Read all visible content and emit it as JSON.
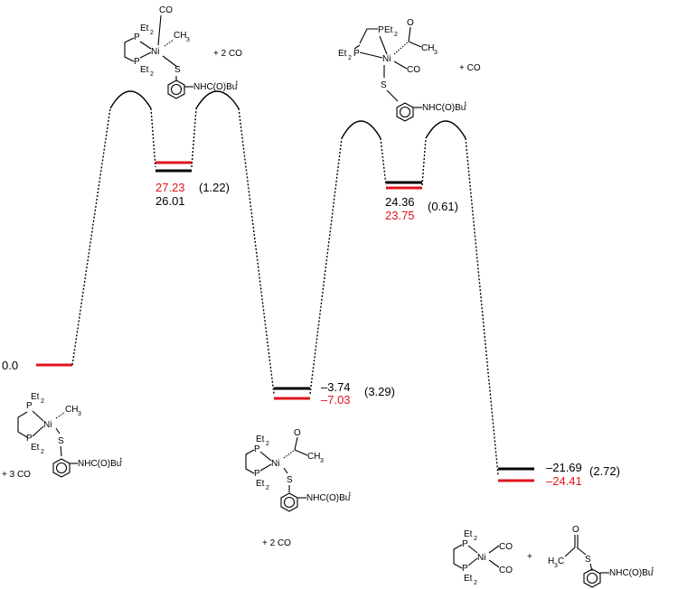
{
  "colors": {
    "primary": "#000000",
    "highlight": "#e0141c"
  },
  "energy_units": "",
  "states": [
    {
      "id": "start",
      "value": "0.0",
      "compound": "(dppe-Et)Ni(CH3)(S-Ar)",
      "extra": "+ 3 CO"
    },
    {
      "id": "int1",
      "black_value": "26.01",
      "red_value": "27.23",
      "difference": "(1.22)",
      "compound": "(dppe-Et)Ni(CO)(CH3)(S-Ar)",
      "extra": "+ 2 CO"
    },
    {
      "id": "int2",
      "black_value": "–3.74",
      "red_value": "–7.03",
      "difference": "(3.29)",
      "compound": "(dppe-Et)Ni(C(O)CH3)(S-Ar)",
      "extra": "+ 2 CO"
    },
    {
      "id": "int3",
      "black_value": "24.36",
      "red_value": "23.75",
      "difference": "(0.61)",
      "compound": "(dppe-Et)Ni(CO)(C(O)CH3)(S-Ar)",
      "extra": "+ CO"
    },
    {
      "id": "product",
      "black_value": "–21.69",
      "red_value": "–24.41",
      "difference": "(2.72)",
      "compound": "(dppe-Et)Ni(CO)2 + CH3C(O)S-Ar"
    }
  ],
  "labels": {
    "et2": "Et",
    "sub2": "2",
    "P": "P",
    "Ni": "Ni",
    "S": "S",
    "O": "O",
    "CO": "CO",
    "CH3": "CH",
    "sub3": "3",
    "H3C": "H",
    "H3C_C": "C",
    "amide": "NHC(O)Bu",
    "amide_sup": "t",
    "plus": "+"
  }
}
